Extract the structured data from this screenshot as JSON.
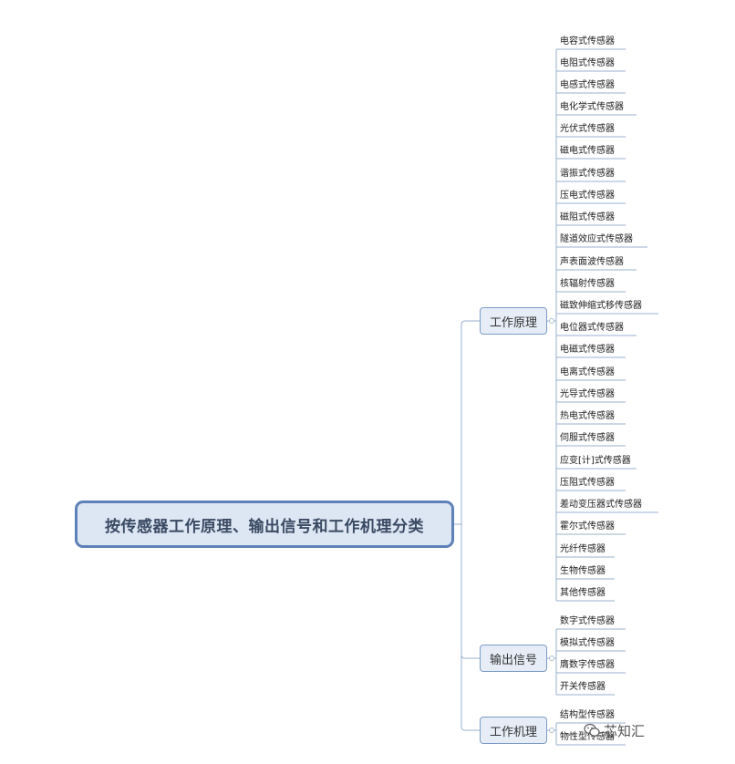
{
  "root": {
    "label": "按传感器工作原理、输出信号和工作机理分类"
  },
  "branches": [
    {
      "label": "工作原理",
      "leaves": [
        "电容式传感器",
        "电阻式传感器",
        "电感式传感器",
        "电化学式传感器",
        "光伏式传感器",
        "磁电式传感器",
        "谐振式传感器",
        "压电式传感器",
        "磁阻式传感器",
        "隧道效应式传感器",
        "声表面波传感器",
        "核辐射传感器",
        "磁致伸缩式移传感器",
        "电位器式传感器",
        "电磁式传感器",
        "电离式传感器",
        "光导式传感器",
        "热电式传感器",
        "伺服式传感器",
        "应变[计]式传感器",
        "压阻式传感器",
        "差动变压器式传感器",
        "霍尔式传感器",
        "光纤传感器",
        "生物传感器",
        "其他传感器"
      ]
    },
    {
      "label": "输出信号",
      "leaves": [
        "数字式传感器",
        "模拟式传感器",
        "膺数字传感器",
        "开关传感器"
      ]
    },
    {
      "label": "工作机理",
      "leaves": [
        "结构型传感器",
        "物性型传感器"
      ]
    }
  ],
  "watermark": {
    "text": "芯知汇",
    "icon": "wechat-icon"
  },
  "colors": {
    "line": "#9ab0cf",
    "root_border": "#5e82b7",
    "branch_border": "#7c9ac7"
  }
}
